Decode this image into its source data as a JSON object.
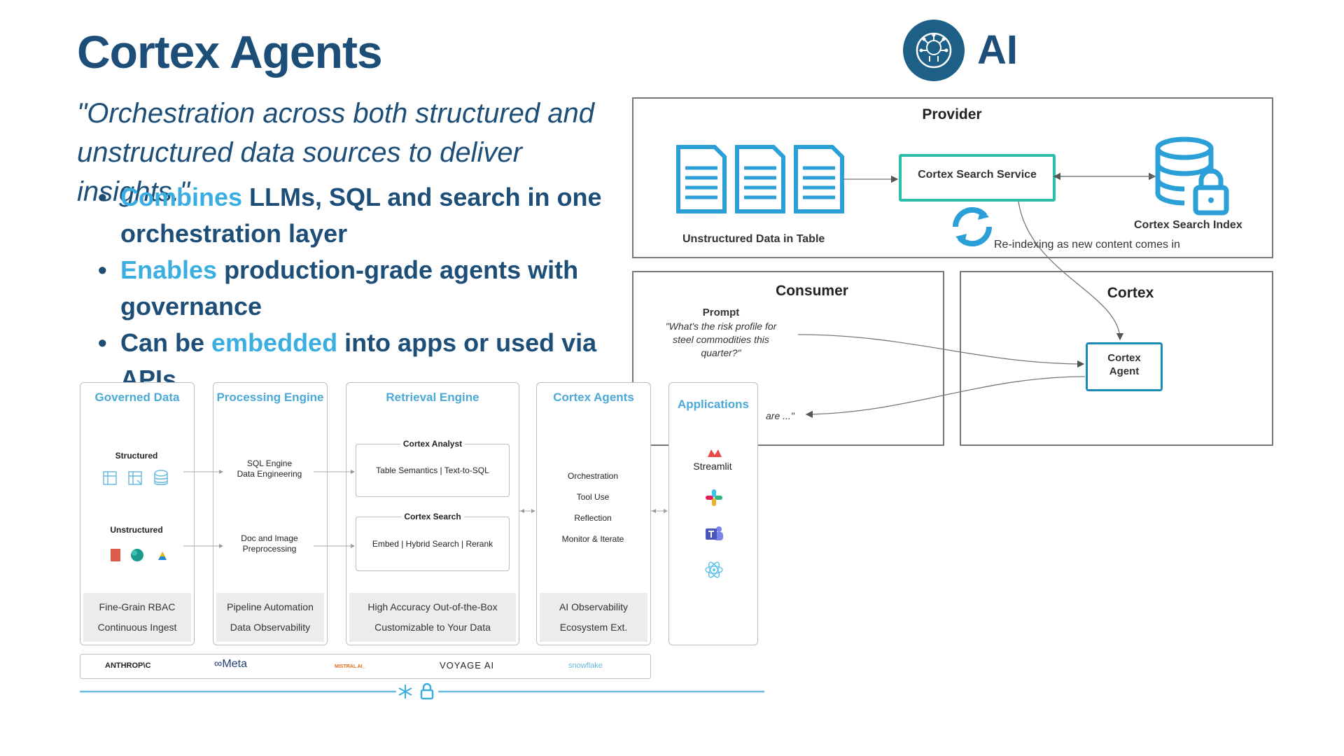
{
  "slide": {
    "title": "Cortex Agents",
    "quote": "\"Orchestration across both structured and unstructured data sources to deliver insights.\"",
    "bullets": [
      {
        "highlight": "Combines",
        "rest": " LLMs, SQL and search in one orchestration layer"
      },
      {
        "highlight": "Enables",
        "rest": " production-grade agents with governance"
      },
      {
        "pre": "Can be ",
        "highlight": "embedded",
        "rest": " into apps or used via APIs"
      }
    ],
    "ai_label": "AI"
  },
  "diagram": {
    "provider": "Provider",
    "unstructured_label": "Unstructured Data in Table",
    "search_service": "Cortex Search Service",
    "search_index": "Cortex Search Index",
    "reindex": "Re-indexing as new content comes in",
    "consumer": "Consumer",
    "prompt_label": "Prompt",
    "prompt_text": "\"What's the risk profile for steel commodities this quarter?\"",
    "answer_fragment": "are ...\"",
    "cortex": "Cortex",
    "cortex_agent": "Cortex Agent"
  },
  "architecture": {
    "columns": [
      {
        "head": "Governed Data",
        "foot1": "Fine-Grain RBAC",
        "foot2": "Continuous Ingest"
      },
      {
        "head": "Processing Engine",
        "foot1": "Pipeline Automation",
        "foot2": "Data Observability"
      },
      {
        "head": "Retrieval Engine",
        "foot1": "High Accuracy Out-of-the-Box",
        "foot2": "Customizable to Your Data"
      },
      {
        "head": "Cortex Agents",
        "foot1": "AI Observability",
        "foot2": "Ecosystem Ext."
      },
      {
        "head": "Applications"
      }
    ],
    "structured": "Structured",
    "unstructured": "Unstructured",
    "sql_engine": "SQL Engine",
    "data_engineering": "Data Engineering",
    "doc_image": "Doc and Image",
    "preprocessing": "Preprocessing",
    "cortex_analyst": "Cortex Analyst",
    "analyst_detail": "Table Semantics | Text-to-SQL",
    "cortex_search": "Cortex Search",
    "search_detail": "Embed | Hybrid Search | Rerank",
    "agent_items": [
      "Orchestration",
      "Tool Use",
      "Reflection",
      "Monitor & Iterate"
    ],
    "streamlit": "Streamlit",
    "logos": [
      "ANTHROP\\C",
      "∞Meta",
      "MISTRAL AI_",
      "VOYAGE AI",
      "snowflake"
    ]
  },
  "colors": {
    "navy": "#1d4e78",
    "accent": "#3aaee0",
    "teal": "#2bbfa8",
    "agent_blue": "#1a8bb5"
  }
}
